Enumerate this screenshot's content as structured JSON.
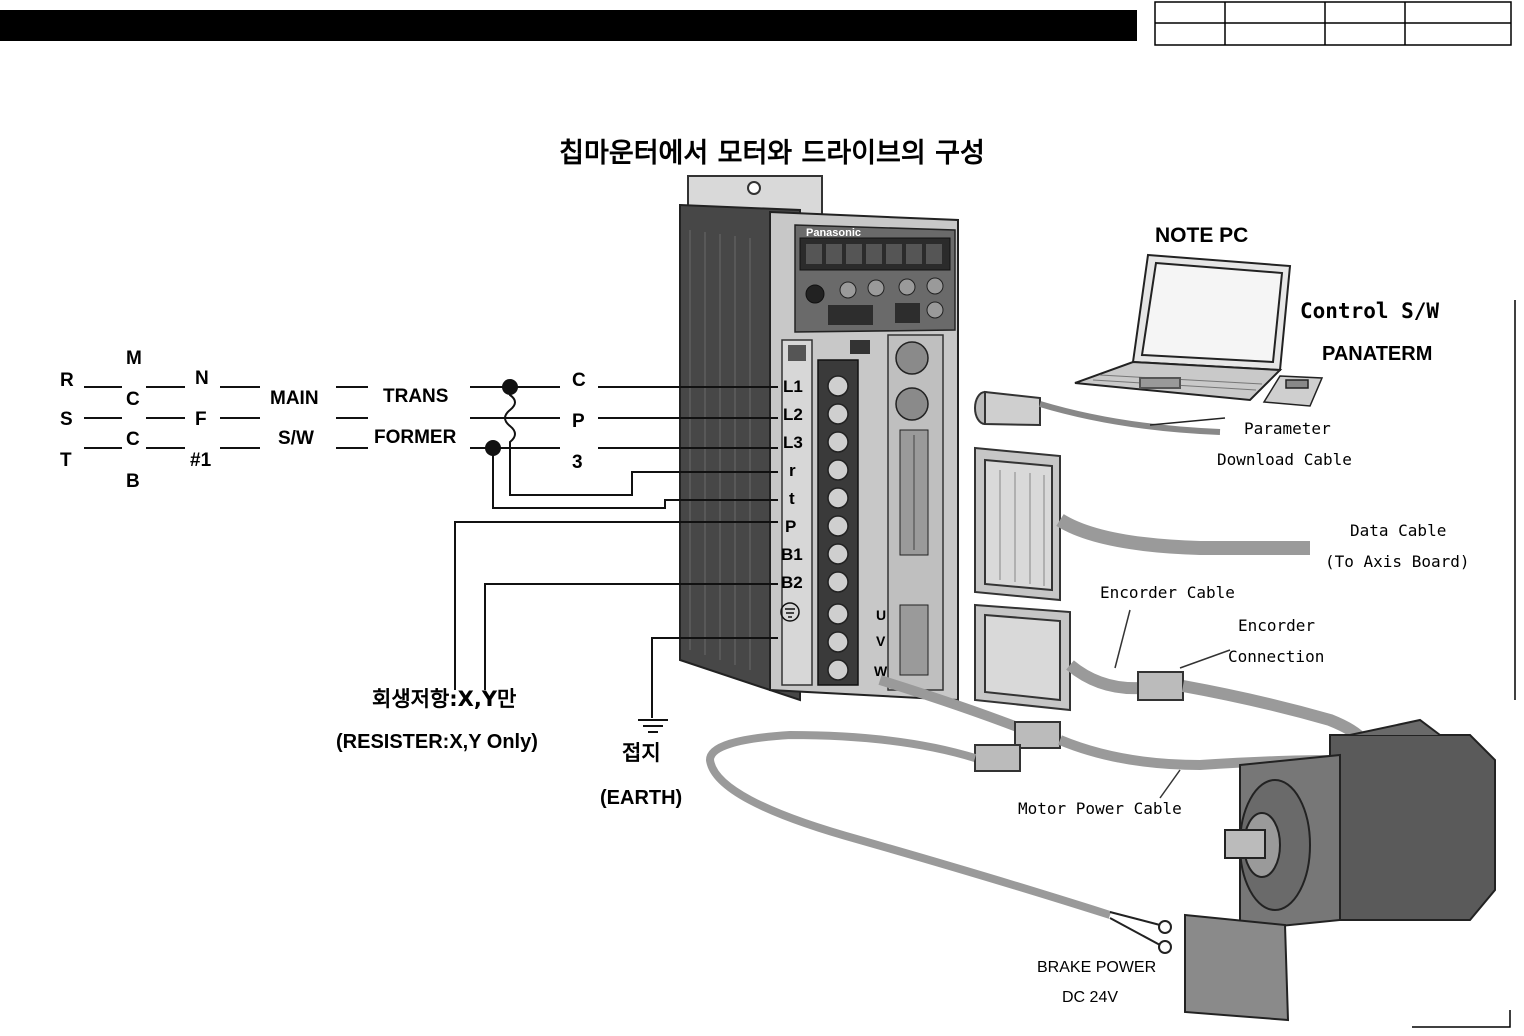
{
  "title": "칩마운터에서 모터와 드라이브의 구성",
  "brand": "Panasonic",
  "header_table": {
    "rows": 2,
    "cols": 4
  },
  "power_input": {
    "phases": [
      "R",
      "S",
      "T"
    ],
    "mccb_letters": [
      "M",
      "C",
      "C",
      "B"
    ],
    "nf_letters": [
      "N",
      "F",
      "#1"
    ],
    "main_sw": [
      "MAIN",
      "S/W"
    ],
    "transformer": [
      "TRANS",
      "FORMER"
    ],
    "cp3": [
      "C",
      "P",
      "3"
    ]
  },
  "terminals": [
    "L1",
    "L2",
    "L3",
    "r",
    "t",
    "P",
    "B1",
    "B2"
  ],
  "motor_terminals": [
    "U",
    "V",
    "W"
  ],
  "regen_resistor": {
    "kr": "회생저항:X,Y만",
    "en": "(RESISTER:X,Y Only)"
  },
  "earth": {
    "kr": "접지",
    "en": "(EARTH)"
  },
  "labels": {
    "note_pc": "NOTE PC",
    "control_sw": "Control S/W",
    "panaterm": "PANATERM",
    "param_cable_1": "Parameter",
    "param_cable_2": "Download Cable",
    "data_cable_1": "Data Cable",
    "data_cable_2": "(To Axis Board)",
    "encoder_cable": "Encorder Cable",
    "encoder_conn_1": "Encorder",
    "encoder_conn_2": "Connection",
    "motor_power_cable": "Motor Power Cable",
    "brake_power_1": "BRAKE POWER",
    "brake_power_2": "DC 24V"
  },
  "colors": {
    "black_bar": "#000000",
    "drive_body": "#4a4a4a",
    "drive_face": "#bdbdbd",
    "cable": "#9a9a9a"
  }
}
